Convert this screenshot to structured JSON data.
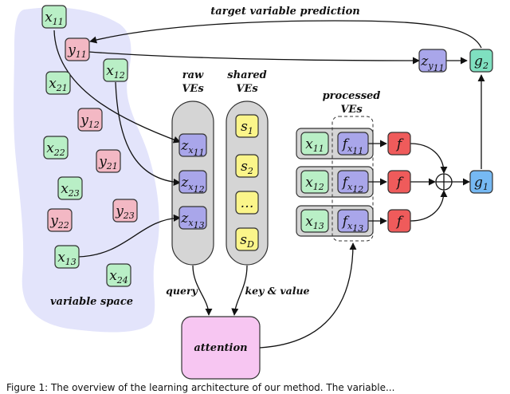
{
  "colors": {
    "green": "#b9efc6",
    "pink": "#f3b8c4",
    "blue_purple": "#a9a6ea",
    "yellow": "#fbf58a",
    "red": "#ef5b5b",
    "blue": "#76b9f3",
    "teal": "#7fe0c0",
    "attention": "#f7c6f2",
    "variable_space": "#e3e4fb",
    "container": "#d5d5d5"
  },
  "labels": {
    "target_prediction": "target variable prediction",
    "raw_ves_line1": "raw",
    "raw_ves_line2": "VEs",
    "shared_ves_line1": "shared",
    "shared_ves_line2": "VEs",
    "processed_ves_line1": "processed",
    "processed_ves_line2": "VEs",
    "variable_space": "variable space",
    "query": "query",
    "key_value": "key & value",
    "attention": "attention",
    "caption": "Figure 1: The overview of the learning architecture of our method. The variable..."
  },
  "variables": [
    {
      "base": "x",
      "sub": "11"
    },
    {
      "base": "y",
      "sub": "11"
    },
    {
      "base": "x",
      "sub": "12"
    },
    {
      "base": "x",
      "sub": "21"
    },
    {
      "base": "y",
      "sub": "12"
    },
    {
      "base": "x",
      "sub": "22"
    },
    {
      "base": "y",
      "sub": "21"
    },
    {
      "base": "x",
      "sub": "23"
    },
    {
      "base": "y",
      "sub": "22"
    },
    {
      "base": "y",
      "sub": "23"
    },
    {
      "base": "x",
      "sub": "13"
    },
    {
      "base": "x",
      "sub": "24"
    }
  ],
  "raw_ves": [
    {
      "base": "z",
      "sub": "x",
      "subsub": "11"
    },
    {
      "base": "z",
      "sub": "x",
      "subsub": "12"
    },
    {
      "base": "z",
      "sub": "x",
      "subsub": "13"
    }
  ],
  "shared_ves": [
    {
      "base": "s",
      "sub": "1"
    },
    {
      "base": "s",
      "sub": "2"
    },
    {
      "base": "…",
      "sub": ""
    },
    {
      "base": "s",
      "sub": "D"
    }
  ],
  "processed_rows": [
    {
      "x_base": "x",
      "x_sub": "11",
      "f_base": "f",
      "f_sub": "x",
      "f_subsub": "11",
      "fn": "f"
    },
    {
      "x_base": "x",
      "x_sub": "12",
      "f_base": "f",
      "f_sub": "x",
      "f_subsub": "12",
      "fn": "f"
    },
    {
      "x_base": "x",
      "x_sub": "13",
      "f_base": "f",
      "f_sub": "x",
      "f_subsub": "13",
      "fn": "f"
    }
  ],
  "z_y": {
    "base": "z",
    "sub": "y",
    "subsub": "11"
  },
  "g1": {
    "base": "g",
    "sub": "1"
  },
  "g2": {
    "base": "g",
    "sub": "2"
  },
  "sum_symbol": "⊕"
}
